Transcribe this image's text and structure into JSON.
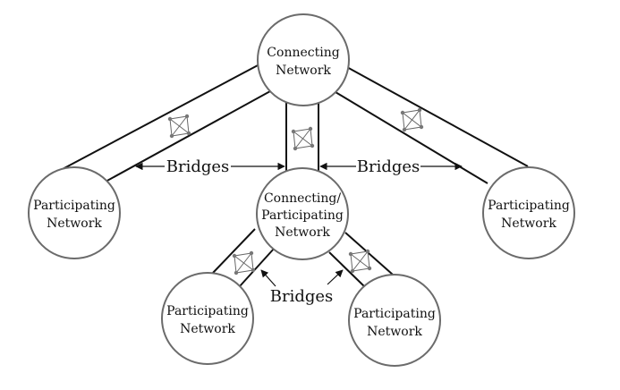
{
  "nodes": {
    "connecting": {
      "line1": "Connecting",
      "line2": "Network"
    },
    "middle": {
      "line1": "Connecting/",
      "line2": "Participating",
      "line3": "Network"
    },
    "left": {
      "line1": "Participating",
      "line2": "Network"
    },
    "right": {
      "line1": "Participating",
      "line2": "Network"
    },
    "bottom_left": {
      "line1": "Participating",
      "line2": "Network"
    },
    "bottom_right": {
      "line1": "Participating",
      "line2": "Network"
    }
  },
  "labels": {
    "bridges_left": "Bridges",
    "bridges_right": "Bridges",
    "bridges_bottom": "Bridges"
  },
  "colors": {
    "line": "#111111",
    "circle_stroke": "#6b6b6b",
    "icon": "#666666"
  },
  "icon": "network-mesh-icon"
}
